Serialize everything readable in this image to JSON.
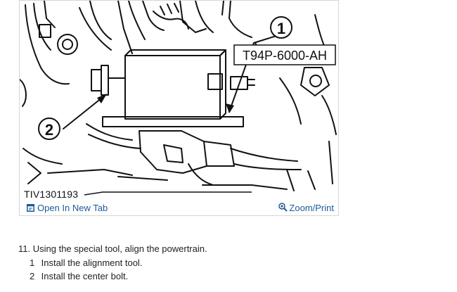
{
  "figure": {
    "callout_1": "1",
    "callout_2": "2",
    "tool_label": "T94P-6000-AH",
    "figure_id": "TIV1301193",
    "open_tab_icon": "external-tab-icon",
    "open_tab_label": "Open In New Tab",
    "zoom_icon": "magnifier-plus-icon",
    "zoom_label": "Zoom/Print"
  },
  "instructions": {
    "step_number": "11.",
    "step_text": "Using the special tool, align the powertrain.",
    "substeps": [
      {
        "number": "1",
        "text": "Install the alignment tool."
      },
      {
        "number": "2",
        "text": "Install the center bolt."
      }
    ]
  },
  "colors": {
    "link": "#1a5a9a",
    "border": "#d6d6d6"
  }
}
